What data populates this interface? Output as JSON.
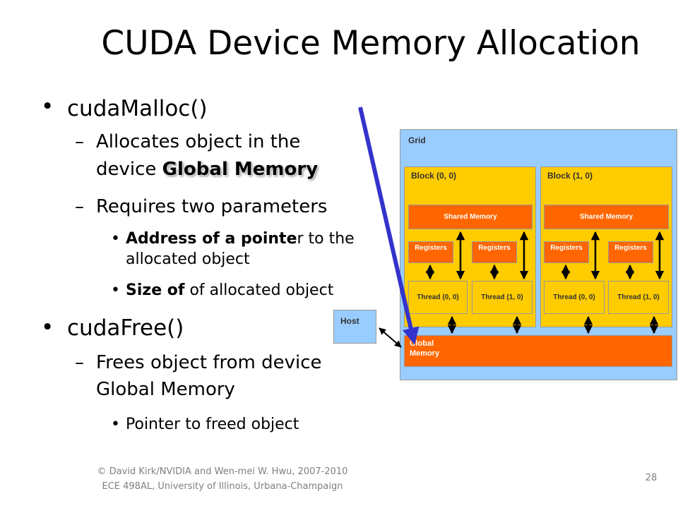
{
  "slide": {
    "title": "CUDA Device Memory Allocation",
    "bullets": {
      "malloc": "cudaMalloc()",
      "allocates_a": "Allocates object in the",
      "allocates_b": "device ",
      "allocates_gm": "Global Memory",
      "requires": "Requires two parameters",
      "addr_bold": "Address of a pointe",
      "addr_rest": "r to the",
      "addr_line2": "allocated object",
      "size_bold": "Size of",
      "size_rest": " of allocated object",
      "free": "cudaFree()",
      "frees_a": "Frees object from device",
      "frees_b": "Global Memory",
      "pointer": "Pointer to freed object"
    },
    "bullet_glyph": "•",
    "dash_glyph": "–",
    "footer_line1": "© David Kirk/NVIDIA and Wen-mei W. Hwu, 2007-2010",
    "footer_line2": "ECE 498AL, University of Illinois, Urbana-Champaign",
    "page_number": "28"
  },
  "diagram": {
    "grid_label": "Grid",
    "host_label": "Host",
    "global_memory_line1": "Global",
    "global_memory_line2": "Memory",
    "blocks": [
      {
        "label": "Block (0, 0)",
        "shared": "Shared Memory",
        "registers": [
          "Registers",
          "Registers"
        ],
        "threads": [
          "Thread (0, 0)",
          "Thread (1, 0)"
        ]
      },
      {
        "label": "Block (1, 0)",
        "shared": "Shared Memory",
        "registers": [
          "Registers",
          "Registers"
        ],
        "threads": [
          "Thread (0, 0)",
          "Thread (1, 0)"
        ]
      }
    ],
    "colors": {
      "grid": "#99ccff",
      "block": "#ffcc00",
      "memory": "#ff6600",
      "highlight_arrow": "#3333cc"
    }
  }
}
